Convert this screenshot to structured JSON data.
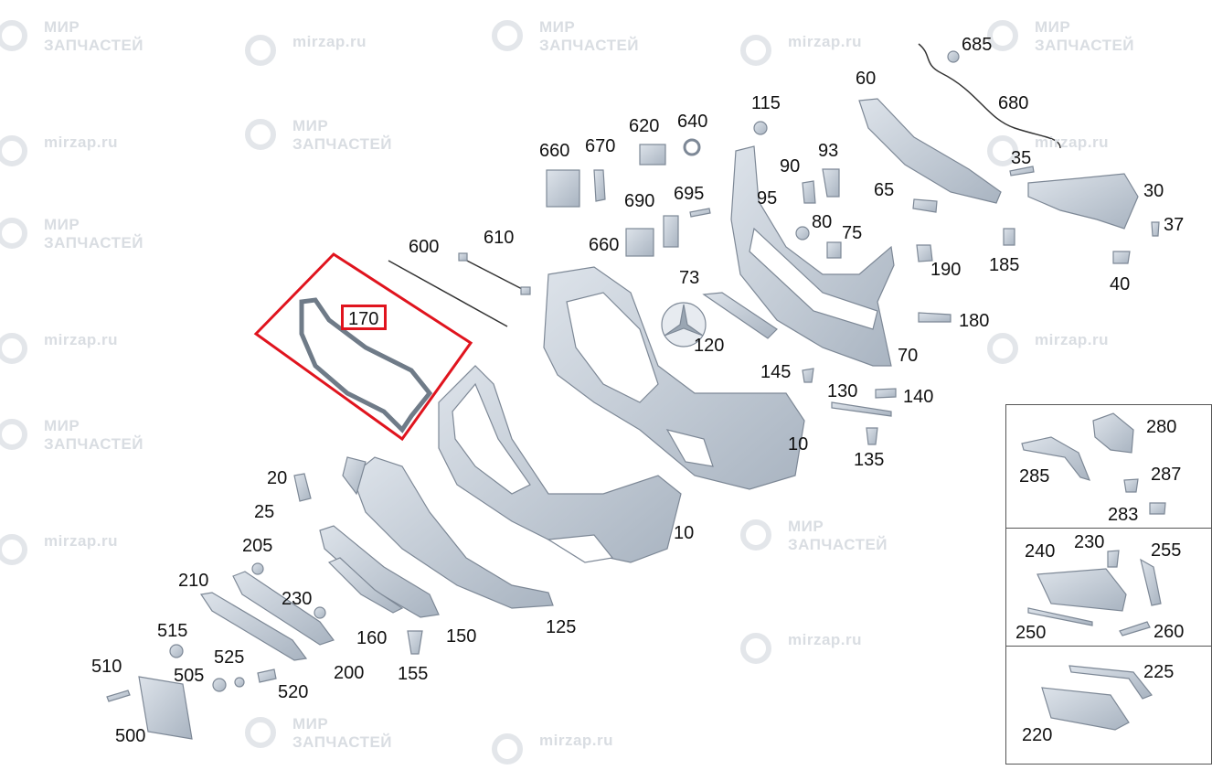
{
  "watermark": {
    "brand_lines": [
      "МИР",
      "ЗАПЧАСТЕЙ"
    ],
    "site": "mirzap.ru"
  },
  "highlight": {
    "part_number": "170",
    "color": "#e0141e"
  },
  "parts": {
    "p10a": "10",
    "p10b": "10",
    "p20": "20",
    "p25": "25",
    "p30": "30",
    "p35": "35",
    "p37": "37",
    "p40": "40",
    "p60": "60",
    "p65": "65",
    "p70": "70",
    "p73": "73",
    "p75": "75",
    "p80": "80",
    "p90": "90",
    "p93": "93",
    "p95": "95",
    "p115": "115",
    "p120": "120",
    "p125": "125",
    "p130": "130",
    "p135": "135",
    "p140": "140",
    "p145": "145",
    "p150": "150",
    "p155": "155",
    "p160": "160",
    "p180": "180",
    "p185": "185",
    "p190": "190",
    "p200": "200",
    "p205": "205",
    "p210": "210",
    "p230a": "230",
    "p230b": "230",
    "p220": "220",
    "p225": "225",
    "p240": "240",
    "p250": "250",
    "p255": "255",
    "p260": "260",
    "p280": "280",
    "p283": "283",
    "p285": "285",
    "p287": "287",
    "p500": "500",
    "p505": "505",
    "p510": "510",
    "p515": "515",
    "p520": "520",
    "p525": "525",
    "p600": "600",
    "p610": "610",
    "p620": "620",
    "p640": "640",
    "p660a": "660",
    "p660b": "660",
    "p670": "670",
    "p680": "680",
    "p685": "685",
    "p690": "690",
    "p695": "695"
  },
  "colors": {
    "part_fill": "#c6cfd9",
    "part_stroke": "#7d8896",
    "label": "#111111",
    "inset_border": "#555555"
  }
}
